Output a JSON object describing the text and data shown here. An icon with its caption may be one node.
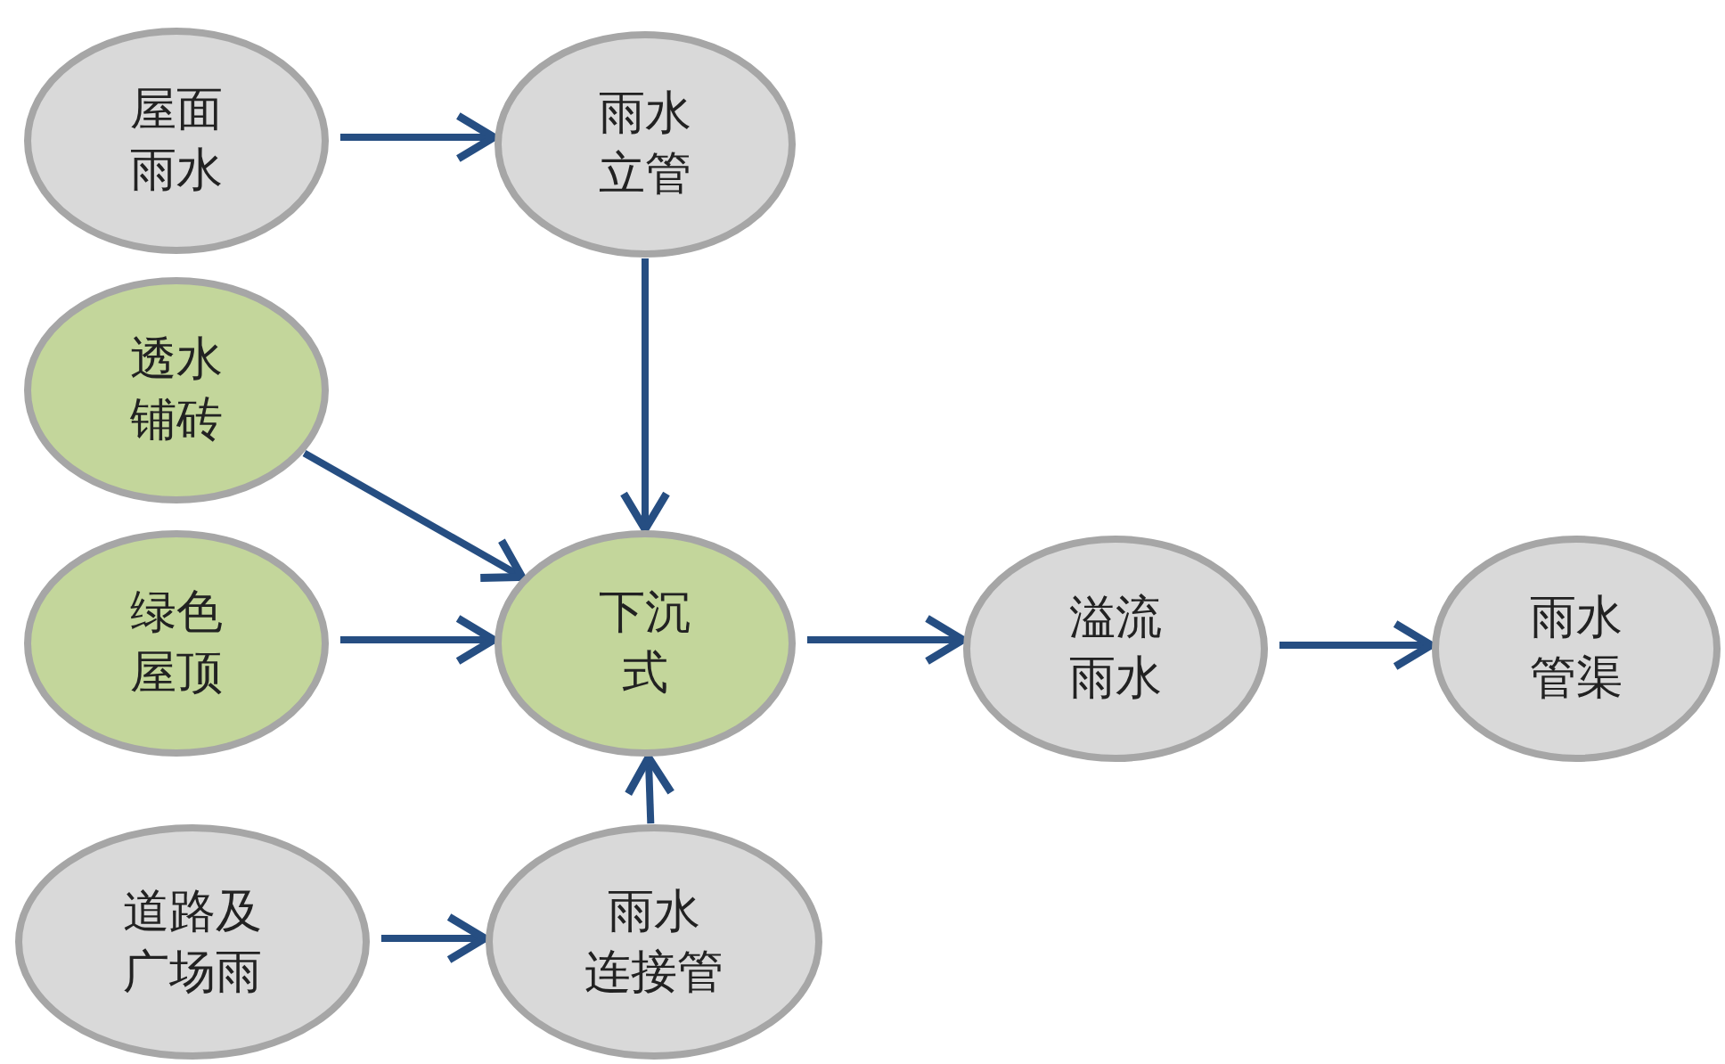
{
  "diagram": {
    "nodes": [
      {
        "text": [
          "屋面雨水"
        ]
      },
      {
        "text": [
          "雨水立管"
        ]
      },
      {
        "text": [
          "透水铺砖"
        ]
      },
      {
        "text": [
          "绿色屋顶"
        ]
      },
      {
        "text": [
          "下沉式"
        ]
      },
      {
        "text": [
          "溢流雨水"
        ]
      },
      {
        "text": [
          "雨水管渠"
        ]
      },
      {
        "text": [
          "道路及广场雨"
        ]
      },
      {
        "text": [
          "雨水连接管"
        ]
      }
    ],
    "edges": [
      {
        "from": 0,
        "to": 1,
        "arrow": "to"
      },
      {
        "from": 1,
        "to": 4,
        "arrow": "to"
      },
      {
        "from": 2,
        "to": 4,
        "arrow": "to"
      },
      {
        "from": 3,
        "to": 4,
        "arrow": "to"
      },
      {
        "from": 4,
        "to": 5,
        "arrow": "to"
      },
      {
        "from": 5,
        "to": 6,
        "arrow": "to"
      },
      {
        "from": 7,
        "to": 8,
        "arrow": "to"
      },
      {
        "from": 8,
        "to": 4,
        "arrow": "to"
      }
    ]
  }
}
